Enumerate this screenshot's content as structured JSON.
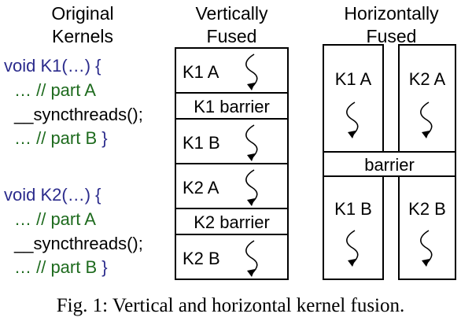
{
  "headers": {
    "original_line1": "Original",
    "original_line2": "Kernels",
    "vertical_line1": "Vertically",
    "vertical_line2": "Fused",
    "horizontal_line1": "Horizontally",
    "horizontal_line2": "Fused"
  },
  "code": {
    "k1": {
      "sig_keyword": "void",
      "sig_rest": " K1(…) {",
      "part_a": "… // part A",
      "sync": "__syncthreads();",
      "part_b_text": "… // part B",
      "close": " }"
    },
    "k2": {
      "sig_keyword": "void",
      "sig_rest": " K2(…) {",
      "part_a": "… // part A",
      "sync": "__syncthreads();",
      "part_b_text": "… // part B",
      "close": " }"
    }
  },
  "vertical": {
    "k1a": "K1 A",
    "k1_barrier": "K1 barrier",
    "k1b": "K1 B",
    "k2a": "K2 A",
    "k2_barrier": "K2 barrier",
    "k2b": "K2 B"
  },
  "horizontal": {
    "k1a": "K1 A",
    "k2a": "K2 A",
    "barrier": "barrier",
    "k1b": "K1 B",
    "k2b": "K2 B"
  },
  "caption": "Fig. 1: Vertical and horizontal kernel fusion.",
  "colors": {
    "keyword": "#2b2b8c",
    "comment": "#1e6b1e",
    "text": "#000000"
  }
}
